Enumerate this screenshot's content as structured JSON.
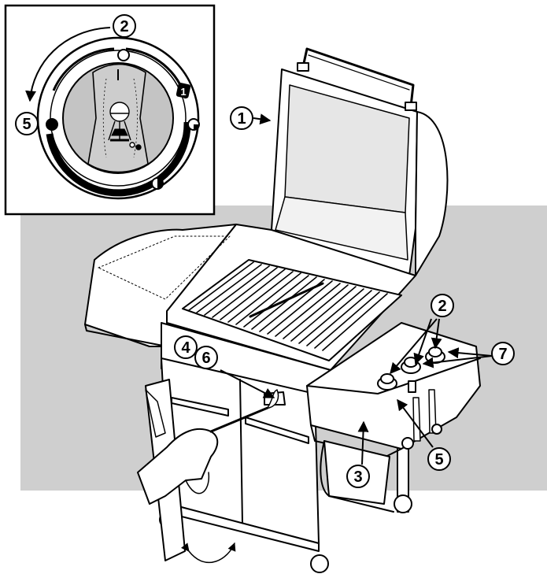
{
  "callouts": {
    "lid": "1",
    "burner_knob": "2",
    "fuel_scale": "3",
    "ignition": "4",
    "burner_off": "5",
    "match_lighting": "6",
    "side_burner_knobs": "7"
  },
  "inset": {
    "rotation_number": "2",
    "off_number": "5",
    "dial_mark": "1"
  },
  "colors": {
    "background_panel": "#cfcfcf",
    "ink": "#000000",
    "paper": "#ffffff",
    "dial_face": "#c4c4c4"
  }
}
